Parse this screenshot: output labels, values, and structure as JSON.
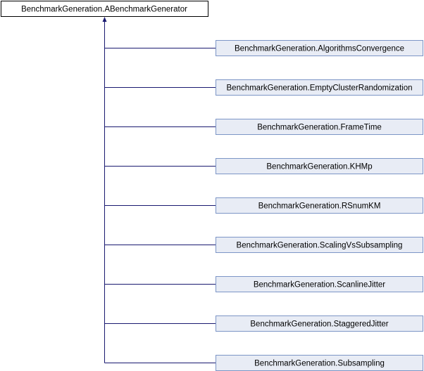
{
  "base": {
    "label": "BenchmarkGeneration.ABenchmarkGenerator"
  },
  "children": [
    {
      "label": "BenchmarkGeneration.AlgorithmsConvergence"
    },
    {
      "label": "BenchmarkGeneration.EmptyClusterRandomization"
    },
    {
      "label": "BenchmarkGeneration.FrameTime"
    },
    {
      "label": "BenchmarkGeneration.KHMp"
    },
    {
      "label": "BenchmarkGeneration.RSnumKM"
    },
    {
      "label": "BenchmarkGeneration.ScalingVsSubsampling"
    },
    {
      "label": "BenchmarkGeneration.ScanlineJitter"
    },
    {
      "label": "BenchmarkGeneration.StaggeredJitter"
    },
    {
      "label": "BenchmarkGeneration.Subsampling"
    }
  ],
  "colors": {
    "edge": "#191970",
    "child_fill": "#E8ECF5",
    "child_border": "#7C95C6",
    "base_border": "#000000"
  }
}
